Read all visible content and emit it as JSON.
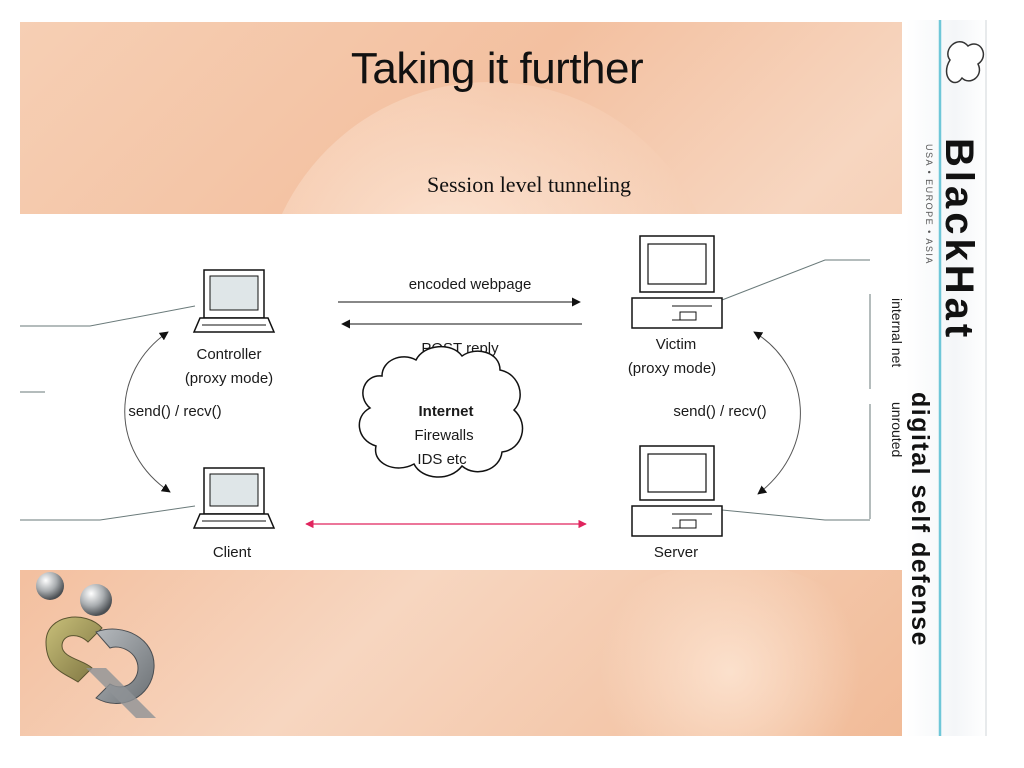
{
  "slide": {
    "title": "Taking it further",
    "subtitle": "Session level tunneling"
  },
  "diagram": {
    "controller_label_1": "Controller",
    "controller_label_2": "(proxy mode)",
    "client_label": "Client",
    "victim_label_1": "Victim",
    "victim_label_2": "(proxy mode)",
    "server_label": "Server",
    "top_arrow_label": "encoded webpage",
    "return_arrow_label": "POST reply",
    "left_arc_label": "send() / recv()",
    "right_arc_label": "send() / recv()",
    "cloud_line_1": "Internet",
    "cloud_line_2": "Firewalls",
    "cloud_line_3": "IDS etc",
    "internal_net_label": "internal net",
    "unrouted_label": "unrouted",
    "link_color": "#e0245e"
  },
  "branding": {
    "brand_name": "BlackHat",
    "tagline": "digital self defense",
    "regions": "USA • EUROPE • ASIA"
  }
}
